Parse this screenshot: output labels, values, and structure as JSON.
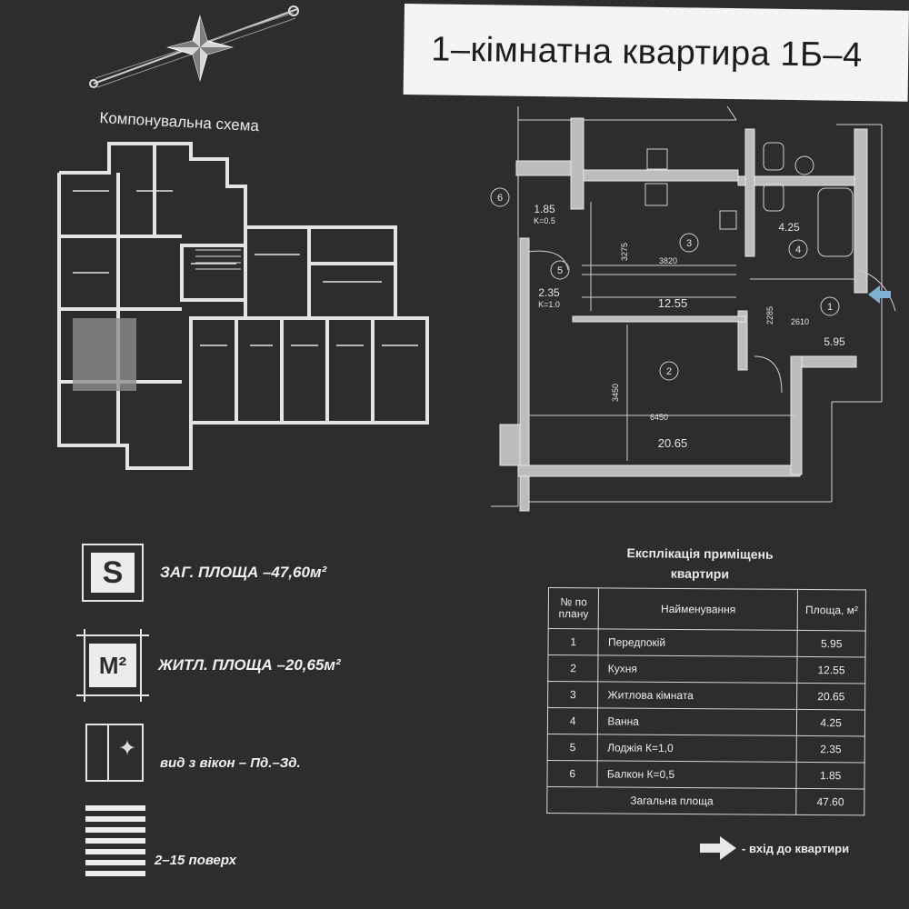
{
  "title": "1–кімнатна квартира 1Б–4",
  "scheme_title": "Компонувальна схема",
  "summary": {
    "total_area_icon": "S",
    "total_area_label": "ЗАГ. ПЛОЩА –47,60м²",
    "living_area_icon": "M²",
    "living_area_label": "ЖИТЛ. ПЛОЩА –20,65м²",
    "window_view_label": "вид з вікон – Пд.–Зд.",
    "floors_label": "2–15 поверх"
  },
  "plan": {
    "rooms": [
      {
        "num": "1",
        "area": "5.95"
      },
      {
        "num": "2",
        "area": "20.65"
      },
      {
        "num": "3",
        "area": "12.55"
      },
      {
        "num": "4",
        "area": "4.25"
      },
      {
        "num": "5",
        "area": "2.35",
        "coef": "K=1.0"
      },
      {
        "num": "6",
        "area": "1.85",
        "coef": "K=0.5"
      }
    ],
    "dims": {
      "d3275": "3275",
      "d3820": "3820",
      "d2285": "2285",
      "d2610": "2610",
      "d3450": "3450",
      "d6450": "6450"
    }
  },
  "explication": {
    "title_line1": "Експлікація приміщень",
    "title_line2": "квартири",
    "headers": {
      "num": "№ по плану",
      "name": "Найменування",
      "area": "Площа, м²"
    },
    "rows": [
      {
        "num": "1",
        "name": "Передпокій",
        "area": "5.95"
      },
      {
        "num": "2",
        "name": "Кухня",
        "area": "12.55"
      },
      {
        "num": "3",
        "name": "Житлова кімната",
        "area": "20.65"
      },
      {
        "num": "4",
        "name": "Ванна",
        "area": "4.25"
      },
      {
        "num": "5",
        "name": "Лоджія  К=1,0",
        "area": "2.35"
      },
      {
        "num": "6",
        "name": "Балкон  К=0,5",
        "area": "1.85"
      }
    ],
    "total_label": "Загальна площа",
    "total_area": "47.60"
  },
  "legend_entry_label": "- вхід до квартири"
}
